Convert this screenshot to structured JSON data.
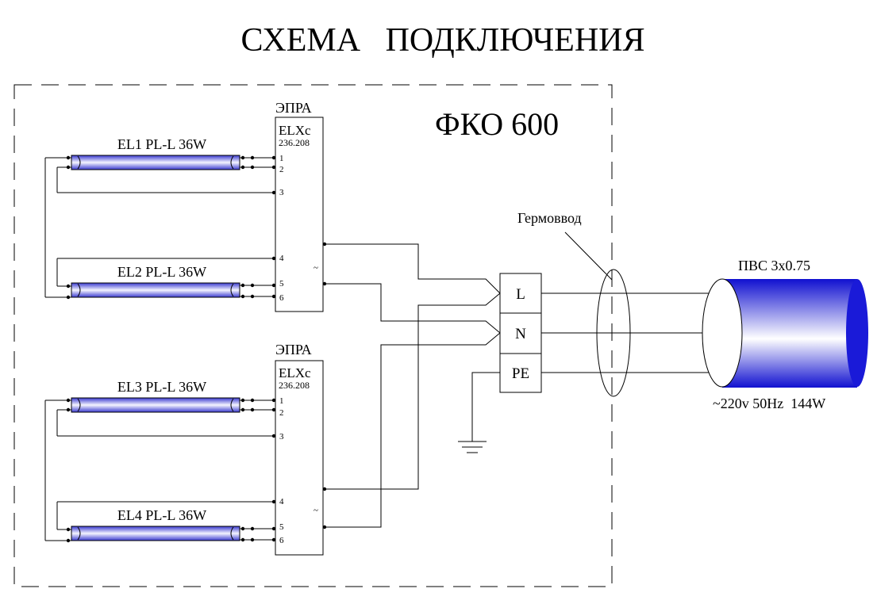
{
  "title": "СХЕМА   ПОДКЛЮЧЕНИЯ",
  "fixture_name": "ФКО 600",
  "ballasts": [
    {
      "label": "ЭПРА",
      "model": "ELXc",
      "code": "236.208",
      "pins": [
        "1",
        "2",
        "3",
        "4",
        "5",
        "6"
      ],
      "tilde": "~"
    },
    {
      "label": "ЭПРА",
      "model": "ELXc",
      "code": "236.208",
      "pins": [
        "1",
        "2",
        "3",
        "4",
        "5",
        "6"
      ],
      "tilde": "~"
    }
  ],
  "lamps": [
    {
      "label": "EL1 PL-L 36W"
    },
    {
      "label": "EL2 PL-L 36W"
    },
    {
      "label": "EL3 PL-L 36W"
    },
    {
      "label": "EL4 PL-L 36W"
    }
  ],
  "terminals": [
    "L",
    "N",
    "PE"
  ],
  "gland_label": "Гермоввод",
  "cable_label": "ПВС 3x0.75",
  "supply_label": "~220v 50Hz  144W",
  "colors": {
    "lamp_tube": "#4a4ae0",
    "cable": "#1a1ad8",
    "line": "#000000"
  }
}
